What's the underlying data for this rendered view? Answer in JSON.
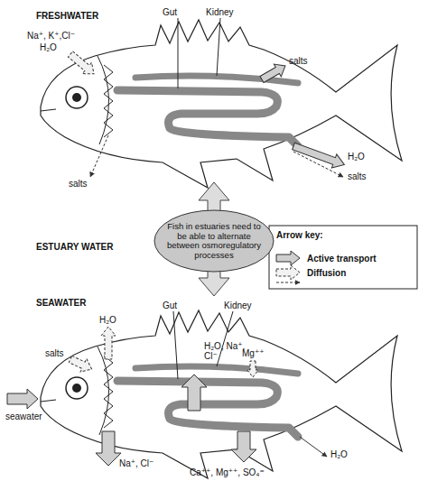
{
  "diagram": {
    "nodes": [
      {
        "text": [
          "Fish in estuaries need to be able to alternate between osmoregulatory processes"
        ]
      }
    ],
    "labels": [
      "FRESHWATER",
      "Gut",
      "Kidney",
      "Na⁺, K⁺,Cl⁻",
      "H₂O",
      "salts",
      "salts",
      "H₂O",
      "salts",
      "ESTUARY WATER",
      "Arrow key:",
      "SEAWATER",
      "Gut",
      "Kidney",
      "H₂O",
      "salts",
      "H₂O, Na⁺, Cl⁻",
      "Mg⁺⁺",
      "seawater",
      "Na⁺, Cl⁻",
      "Ca⁺⁺, Mg⁺⁺, SO₄⁼",
      "H₂O"
    ],
    "legend": [
      {
        "text": "Active transport"
      },
      {
        "text": "Diffusion"
      }
    ]
  }
}
